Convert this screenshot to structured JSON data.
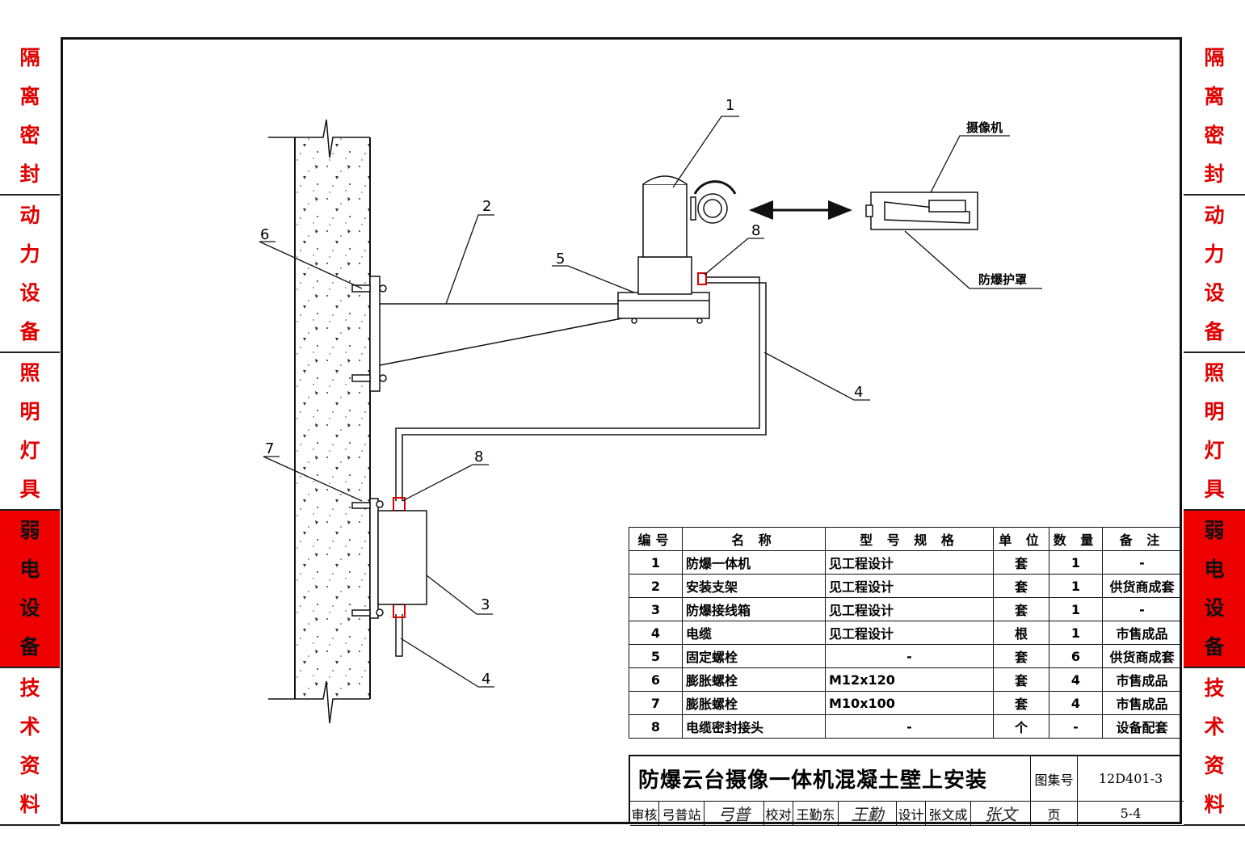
{
  "side_sections": [
    {
      "chars": [
        "隔",
        "离",
        "密",
        "封"
      ],
      "active": false
    },
    {
      "chars": [
        "动",
        "力",
        "设",
        "备"
      ],
      "active": false
    },
    {
      "chars": [
        "照",
        "明",
        "灯",
        "具"
      ],
      "active": false
    },
    {
      "chars": [
        "弱",
        "电",
        "设",
        "备"
      ],
      "active": true
    },
    {
      "chars": [
        "技",
        "术",
        "资",
        "料"
      ],
      "active": false
    }
  ],
  "callouts": {
    "c1": "1",
    "c2": "2",
    "c3": "3",
    "c4a": "4",
    "c4b": "4",
    "c5": "5",
    "c6": "6",
    "c7": "7",
    "c8a": "8",
    "c8b": "8",
    "camera": "摄像机",
    "housing": "防爆护罩"
  },
  "table": {
    "headers": [
      "编号",
      "名 称",
      "型 号 规 格",
      "单 位",
      "数 量",
      "备 注"
    ],
    "rows": [
      [
        "1",
        "防爆一体机",
        "见工程设计",
        "套",
        "1",
        "-"
      ],
      [
        "2",
        "安装支架",
        "见工程设计",
        "套",
        "1",
        "供货商成套"
      ],
      [
        "3",
        "防爆接线箱",
        "见工程设计",
        "套",
        "1",
        "-"
      ],
      [
        "4",
        "电缆",
        "见工程设计",
        "根",
        "1",
        "市售成品"
      ],
      [
        "5",
        "固定螺栓",
        "-",
        "套",
        "6",
        "供货商成套"
      ],
      [
        "6",
        "膨胀螺栓",
        "M12x120",
        "套",
        "4",
        "市售成品"
      ],
      [
        "7",
        "膨胀螺栓",
        "M10x100",
        "套",
        "4",
        "市售成品"
      ],
      [
        "8",
        "电缆密封接头",
        "-",
        "个",
        "-",
        "设备配套"
      ]
    ]
  },
  "title_block": {
    "title": "防爆云台摄像一体机混凝土壁上安装",
    "atlas_label": "图集号",
    "atlas_no": "12D401-3",
    "page_label": "页",
    "page_no": "5-4",
    "review_label": "审核",
    "reviewer": "弓普站",
    "check_label": "校对",
    "checker": "王勤东",
    "design_label": "设计",
    "designer": "张文成"
  }
}
